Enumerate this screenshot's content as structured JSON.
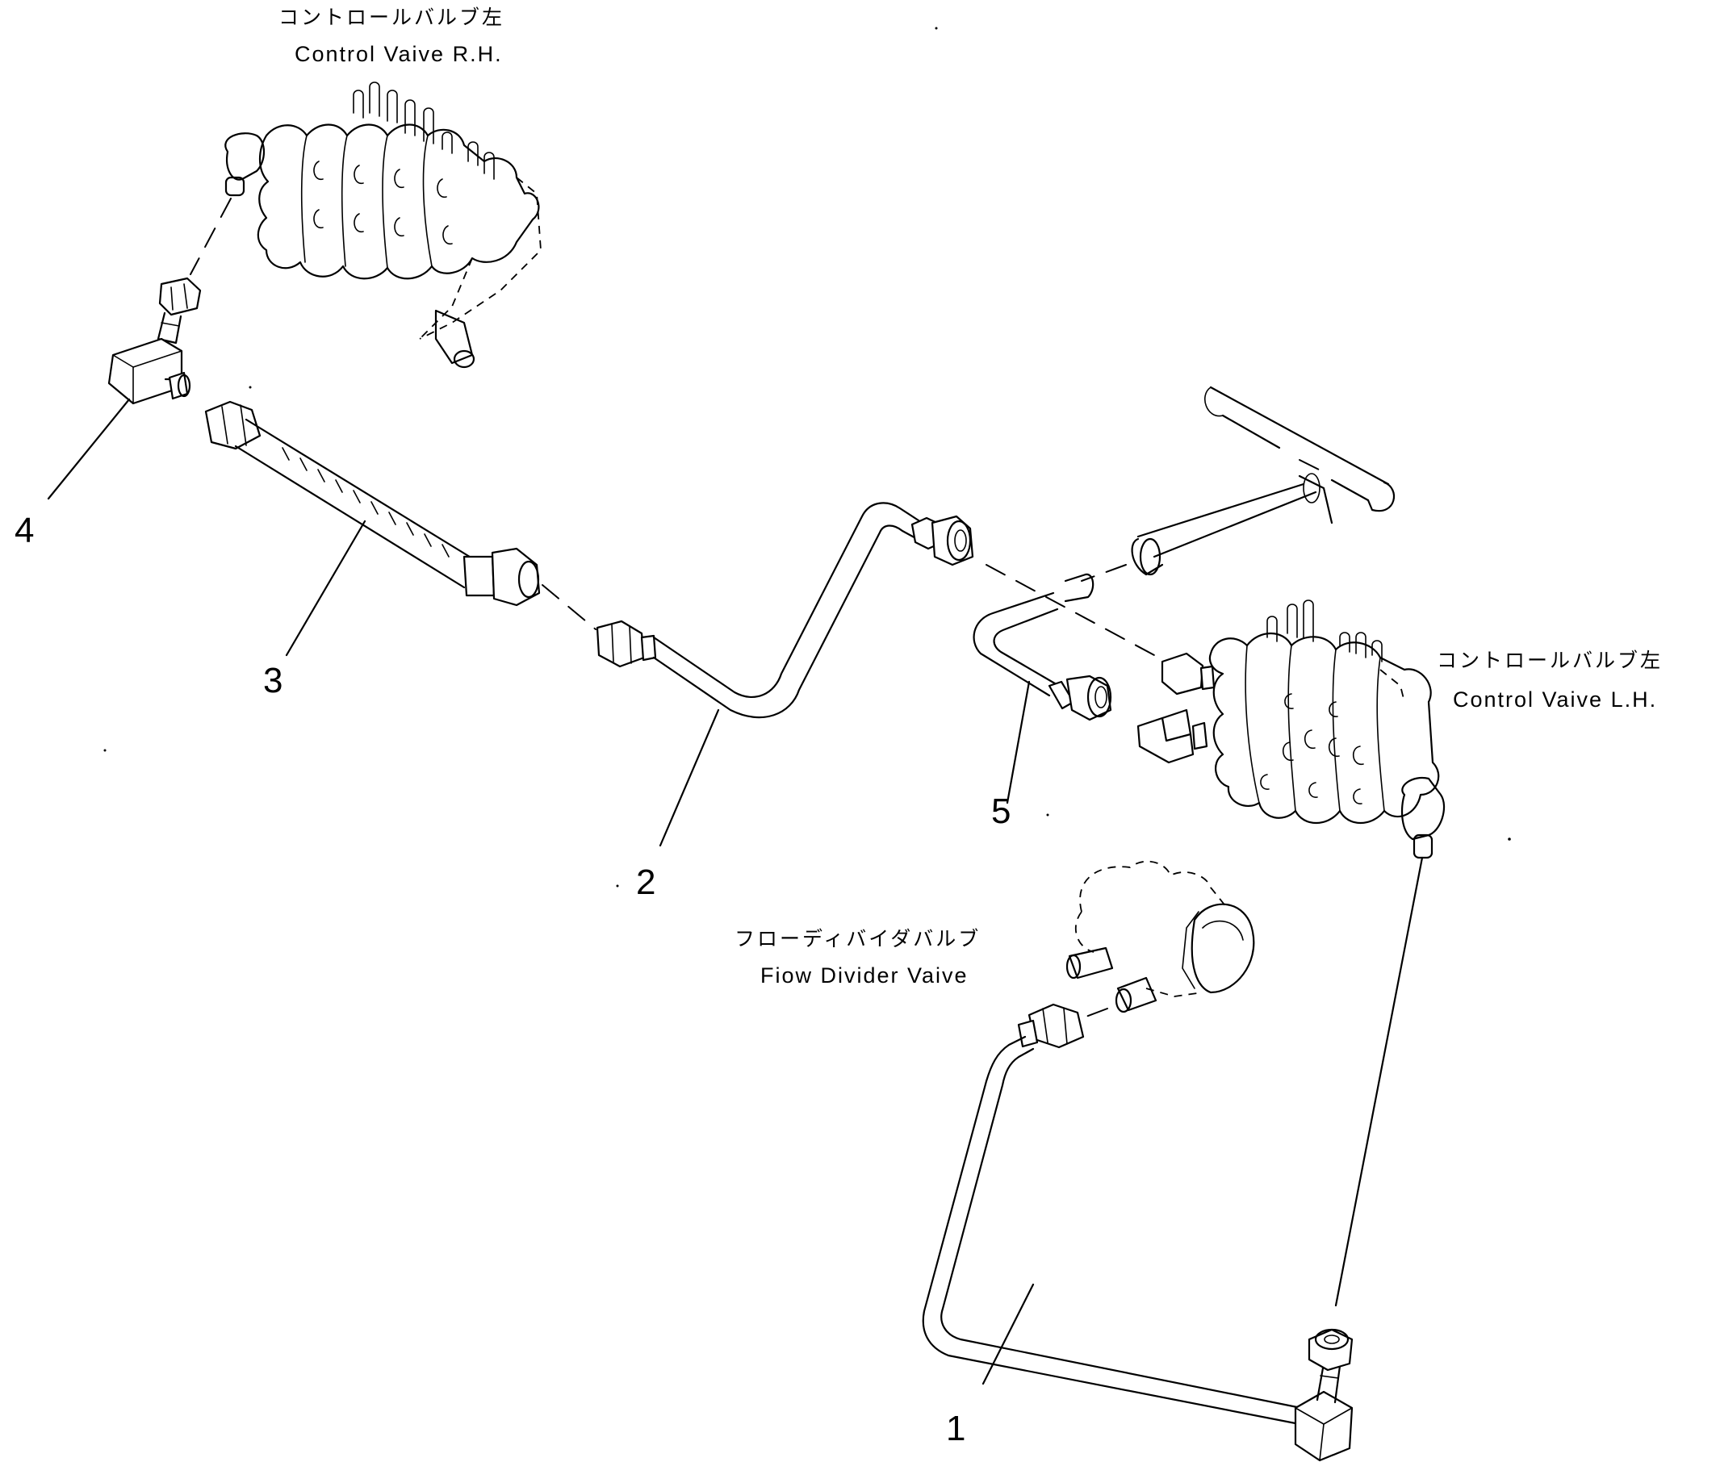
{
  "labels": {
    "control_valve_rh": {
      "jp": "コントロールバルブ左",
      "en": "Control Vaive R.H."
    },
    "control_valve_lh": {
      "jp": "コントロールバルブ左",
      "en": "Control Vaive L.H."
    },
    "flow_divider_valve": {
      "jp": "フローディバイダバルブ",
      "en": "Fiow Divider Vaive"
    }
  },
  "callouts": [
    "1",
    "2",
    "3",
    "4",
    "5"
  ]
}
